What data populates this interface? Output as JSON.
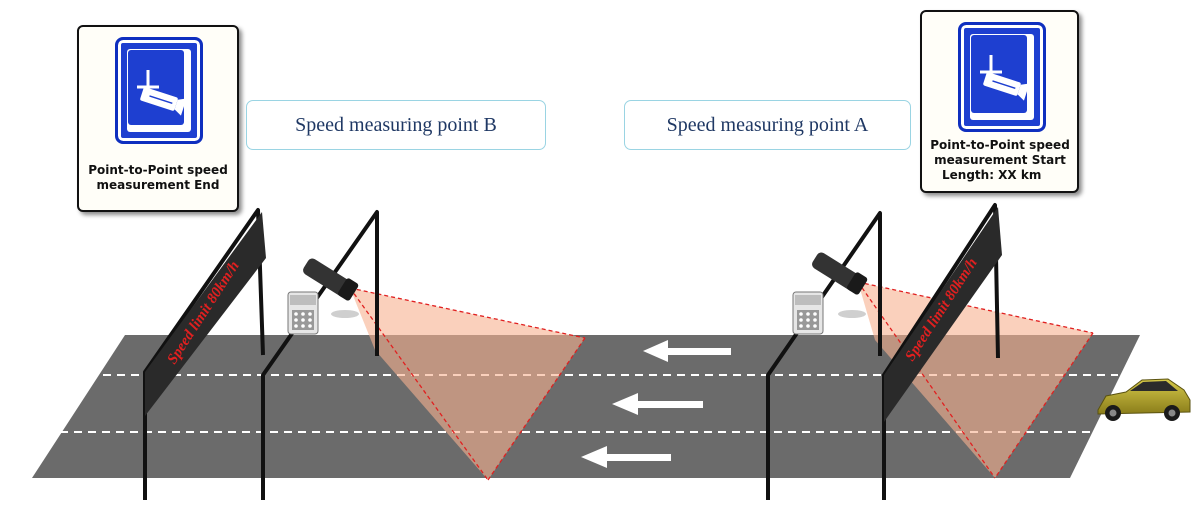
{
  "labels": {
    "point_b": "Speed measuring point B",
    "point_a": "Speed measuring point A"
  },
  "signs": {
    "end": {
      "line1": "Point-to-Point  speed",
      "line2": "measurement  End",
      "icon": "speed-camera-icon"
    },
    "start": {
      "line1": "Point-to-Point  speed",
      "line2": "measurement  Start",
      "line3": "Length:  XX km",
      "icon": "speed-camera-icon"
    }
  },
  "gantry": {
    "banner_left": "Speed limit 80km/h",
    "banner_right": "Speed limit 80km/h",
    "banner_text_color": "#e02020"
  },
  "colors": {
    "road": "#6b6b6b",
    "lane_marking": "#ffffff",
    "detection_zone": "#f6b08f",
    "detection_edge": "#e02020",
    "sign_blue": "#1e3fd0",
    "car": "#b8a82a"
  },
  "traffic_direction": "right-to-left"
}
